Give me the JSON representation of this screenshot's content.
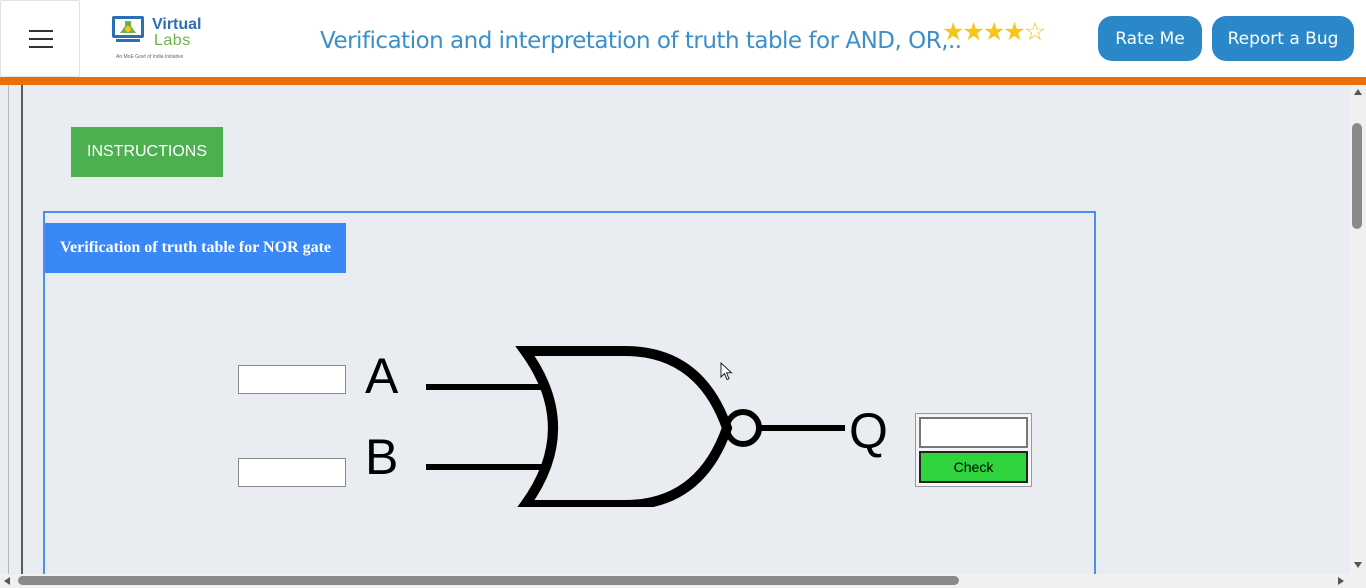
{
  "header": {
    "logo": {
      "word1": "Virtual",
      "word2": "Labs",
      "tagline": "An MoE Govt of India Initiative"
    },
    "title": "Verification and interpretation of truth table for AND, OR,..",
    "rating": {
      "filled": 4,
      "total": 5
    },
    "rate_label": "Rate Me",
    "bug_label": "Report a Bug"
  },
  "colors": {
    "accent_orange": "#e96f0c",
    "header_button": "#2a88c9",
    "panel_border": "#4a8ff0",
    "instructions_green": "#4caf50",
    "check_green": "#2ed33e"
  },
  "main": {
    "instructions_label": "INSTRUCTIONS",
    "panel_title": "Verification of truth table for NOR gate",
    "gate": {
      "input_a_label": "A",
      "input_b_label": "B",
      "output_label": "Q"
    },
    "input_a_value": "",
    "input_b_value": "",
    "output_value": "",
    "check_label": "Check"
  }
}
